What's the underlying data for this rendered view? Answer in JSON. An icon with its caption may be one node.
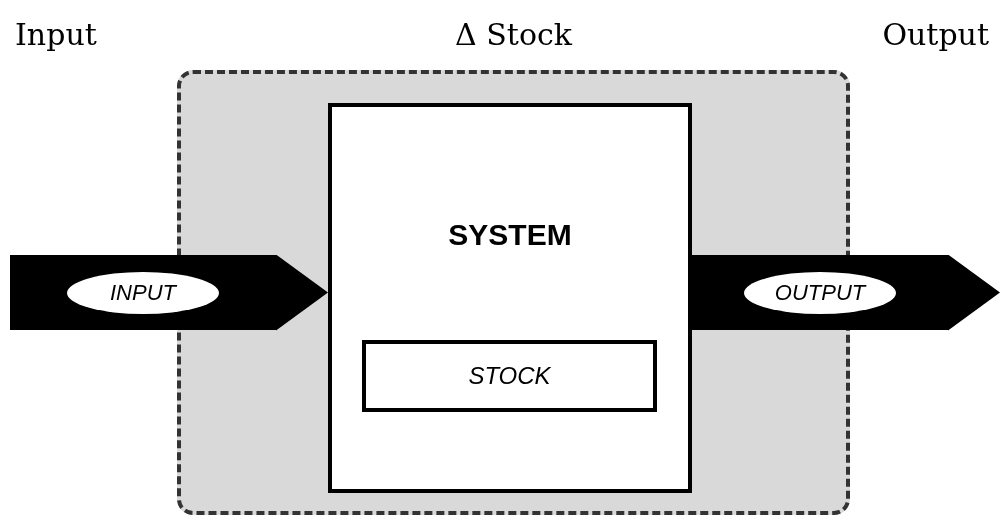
{
  "diagram": {
    "nodes": [
      {
        "text": [
          "Δ Stock"
        ]
      },
      {
        "text": [
          "SYSTEM"
        ],
        "in": 0
      },
      {
        "text": [
          "STOCK"
        ],
        "in": 1
      }
    ],
    "edges": [
      {
        "from": null,
        "to": 1,
        "arrow": "to",
        "label": "INPUT"
      },
      {
        "from": 1,
        "to": null,
        "arrow": "to",
        "label": "OUTPUT"
      }
    ],
    "labels": [
      "Input",
      "Output"
    ]
  }
}
